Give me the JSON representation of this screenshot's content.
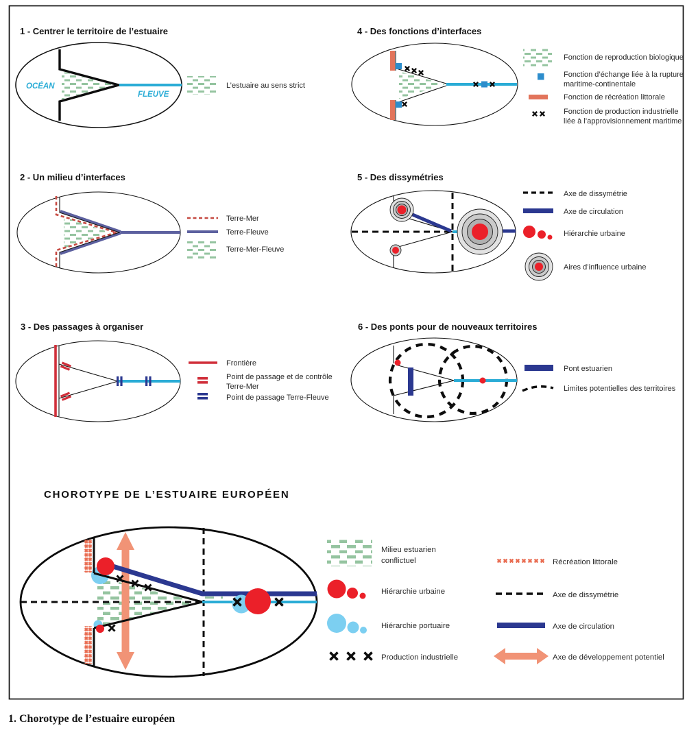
{
  "figure": {
    "caption": "1.  Chorotype de l’estuaire européen",
    "frame": "black-rule-border"
  },
  "colors": {
    "green": "#95C4A0",
    "cyan": "#2AACD6",
    "navy": "#2B3890",
    "slate": "#5C609F",
    "brick": "#C64A42",
    "redline": "#D02F3A",
    "red": "#EB2029",
    "salmon": "#F19376",
    "coral": "#E2745B",
    "coralx": "#E96D52",
    "bluesq": "#2D8DCC",
    "lblue": "#7CCFF1",
    "gray1": "#E2E2E2",
    "gray2": "#CBCBCB",
    "gray3": "#B0B0B0"
  },
  "panels": [
    {
      "title": "1 - Centrer le territoire de l’estuaire",
      "labels": {
        "ocean": "OCÉAN",
        "fleuve": "FLEUVE"
      },
      "legend": [
        {
          "symbol": "green-dashes-icon",
          "label": "L’estuaire au sens strict"
        }
      ]
    },
    {
      "title": "2  - Un milieu d’interfaces",
      "legend": [
        {
          "symbol": "red-dashed-line-icon",
          "label": "Terre-Mer"
        },
        {
          "symbol": "slate-line-icon",
          "label": "Terre-Fleuve"
        },
        {
          "symbol": "green-dashes-icon",
          "label": "Terre-Mer-Fleuve"
        }
      ]
    },
    {
      "title": "3 - Des passages à organiser",
      "legend": [
        {
          "symbol": "red-line-icon",
          "label": "Frontière"
        },
        {
          "symbol": "red-double-bar-icon",
          "label": "Point de passage et de contrôle",
          "label2": "Terre-Mer"
        },
        {
          "symbol": "navy-double-bar-icon",
          "label": "Point de passage Terre-Fleuve"
        }
      ]
    },
    {
      "title": "4 - Des fonctions d’interfaces",
      "legend": [
        {
          "symbol": "green-dashes-icon",
          "label": "Fonction de reproduction biologique"
        },
        {
          "symbol": "blue-square-icon",
          "label": "Fonction d’échange liée à la rupture",
          "label2": "maritime-continentale"
        },
        {
          "symbol": "coral-bar-icon",
          "label": "Fonction de récréation littorale"
        },
        {
          "symbol": "black-xx-icon",
          "label": "Fonction de production industrielle",
          "label2": "liée à l’approvisionnement maritime"
        }
      ]
    },
    {
      "title": "5 - Des dissymétries",
      "legend": [
        {
          "symbol": "black-dashed-line-icon",
          "label": "Axe de dissymétrie"
        },
        {
          "symbol": "navy-line-icon",
          "label": "Axe de circulation"
        },
        {
          "symbol": "red-circles-icon",
          "label": "Hiérarchie urbaine"
        },
        {
          "symbol": "influence-rings-icon",
          "label": "Aires d’influence urbaine"
        }
      ]
    },
    {
      "title": "6 - Des ponts pour de nouveaux territoires",
      "legend": [
        {
          "symbol": "navy-bar-icon",
          "label": "Pont estuarien"
        },
        {
          "symbol": "dashed-arc-icon",
          "label": "Limites potentielles des territoires"
        }
      ]
    }
  ],
  "chorotype": {
    "title": "CHOROTYPE DE L’ESTUAIRE EUROPÉEN",
    "legend_left": [
      {
        "symbol": "green-dashes-icon",
        "label": "Milieu estuarien",
        "label2": "conflictuel"
      },
      {
        "symbol": "red-circles-icon",
        "label": "Hiérarchie urbaine"
      },
      {
        "symbol": "blue-circles-icon",
        "label": "Hiérarchie portuaire"
      },
      {
        "symbol": "black-xxx-icon",
        "label": "Production industrielle"
      }
    ],
    "legend_right": [
      {
        "symbol": "coral-x-row-icon",
        "label": "Récréation littorale"
      },
      {
        "symbol": "black-dashed-line-icon",
        "label": "Axe de dissymétrie"
      },
      {
        "symbol": "navy-line-icon",
        "label": "Axe de circulation"
      },
      {
        "symbol": "salmon-arrow-icon",
        "label": "Axe de développement potentiel"
      }
    ]
  }
}
